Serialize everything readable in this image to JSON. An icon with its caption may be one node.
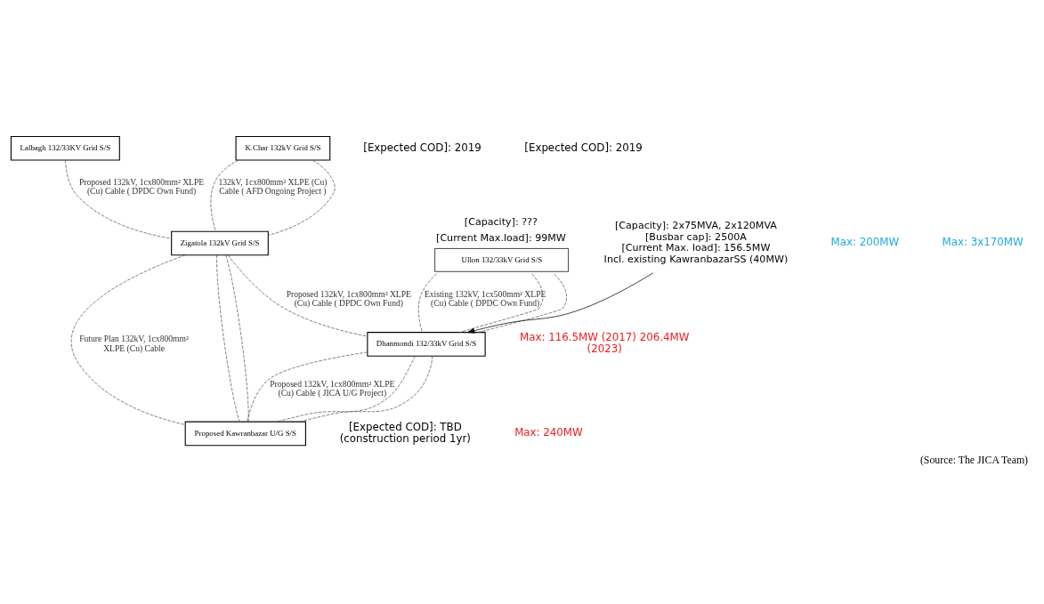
{
  "diagram": {
    "caption": "(Source: The JICA Team)",
    "nodes": [
      {
        "text": [
          "Lalbagh 132/33KV Grid S/S"
        ]
      },
      {
        "text": [
          "K.Char 132kV Grid S/S"
        ]
      },
      {
        "text": [
          "Zigatola 132kV Grid S/S"
        ]
      },
      {
        "text": [
          "Ullon 132/33kV Grid S/S"
        ],
        "beside": [
          "[Capacity]: ???",
          "[Current Max.load]: 99MW"
        ]
      },
      {
        "text": [
          "Proposed Kawranbazar U/G S/S"
        ]
      },
      {
        "text": [
          "Dhanmondi 132/33kV Grid S/S"
        ]
      },
      {
        "text": [
          "[Capacity]: 2x75MVA, 2x120MVA",
          "[Busbar cap]: 2500A",
          "[Current Max. load]: 156.5MW",
          "Incl. existing KawranbazarSS (40MW)"
        ]
      }
    ],
    "edges": [
      {
        "from": 0,
        "to": 2,
        "arrow": "none",
        "style": "dashed",
        "label": "Proposed 132kV, 1cx800mm² XLPE (Cu) Cable ( DPDC Own Fund)"
      },
      {
        "from": 1,
        "to": 2,
        "arrow": "none",
        "style": "dashed",
        "label": "132kV, 1cx800mm² XLPE (Cu) Cable ( AFD Ongoing Project )"
      },
      {
        "from": 1,
        "to": 2,
        "arrow": "none",
        "style": "dashed"
      },
      {
        "from": 2,
        "to": 4,
        "arrow": "none",
        "style": "dashed",
        "label": "Future Plan 132kV, 1cx800mm² XLPE (Cu) Cable"
      },
      {
        "from": 2,
        "to": 4,
        "arrow": "none",
        "style": "dashed"
      },
      {
        "from": 2,
        "to": 4,
        "arrow": "none",
        "style": "dashed"
      },
      {
        "from": 2,
        "to": 5,
        "arrow": "none",
        "style": "dashed",
        "label": "Proposed 132kV, 1cx800mm² XLPE (Cu) Cable ( DPDC Own Fund)"
      },
      {
        "from": 3,
        "to": 5,
        "arrow": "none",
        "style": "dashed",
        "label": "Existing 132kV, 1cx500mm² XLPE (Cu) Cable ( DPDC Own Fund)"
      },
      {
        "from": 3,
        "to": 5,
        "arrow": "none",
        "style": "dashed"
      },
      {
        "from": 3,
        "to": 5,
        "arrow": "none",
        "style": "dashed"
      },
      {
        "from": 5,
        "to": 4,
        "arrow": "none",
        "style": "dashed",
        "label": "Proposed 132kV, 1cx800mm² XLPE (Cu) Cable ( JICA U/G Project)"
      },
      {
        "from": 5,
        "to": 4,
        "arrow": "none",
        "style": "dashed"
      },
      {
        "from": 5,
        "to": 4,
        "arrow": "none",
        "style": "dashed"
      },
      {
        "from": 6,
        "to": 5,
        "arrow": "to",
        "color": "#000000"
      }
    ],
    "labels": [
      "[Expected COD]: 2019",
      "[Expected COD]: 2019",
      "[Expected COD]: TBD (construction period 1yr)",
      "Max: 200MW",
      "Max: 3x170MW",
      "Max: 116.5MW (2017) 206.4MW (2023)",
      "Max: 240MW"
    ]
  }
}
